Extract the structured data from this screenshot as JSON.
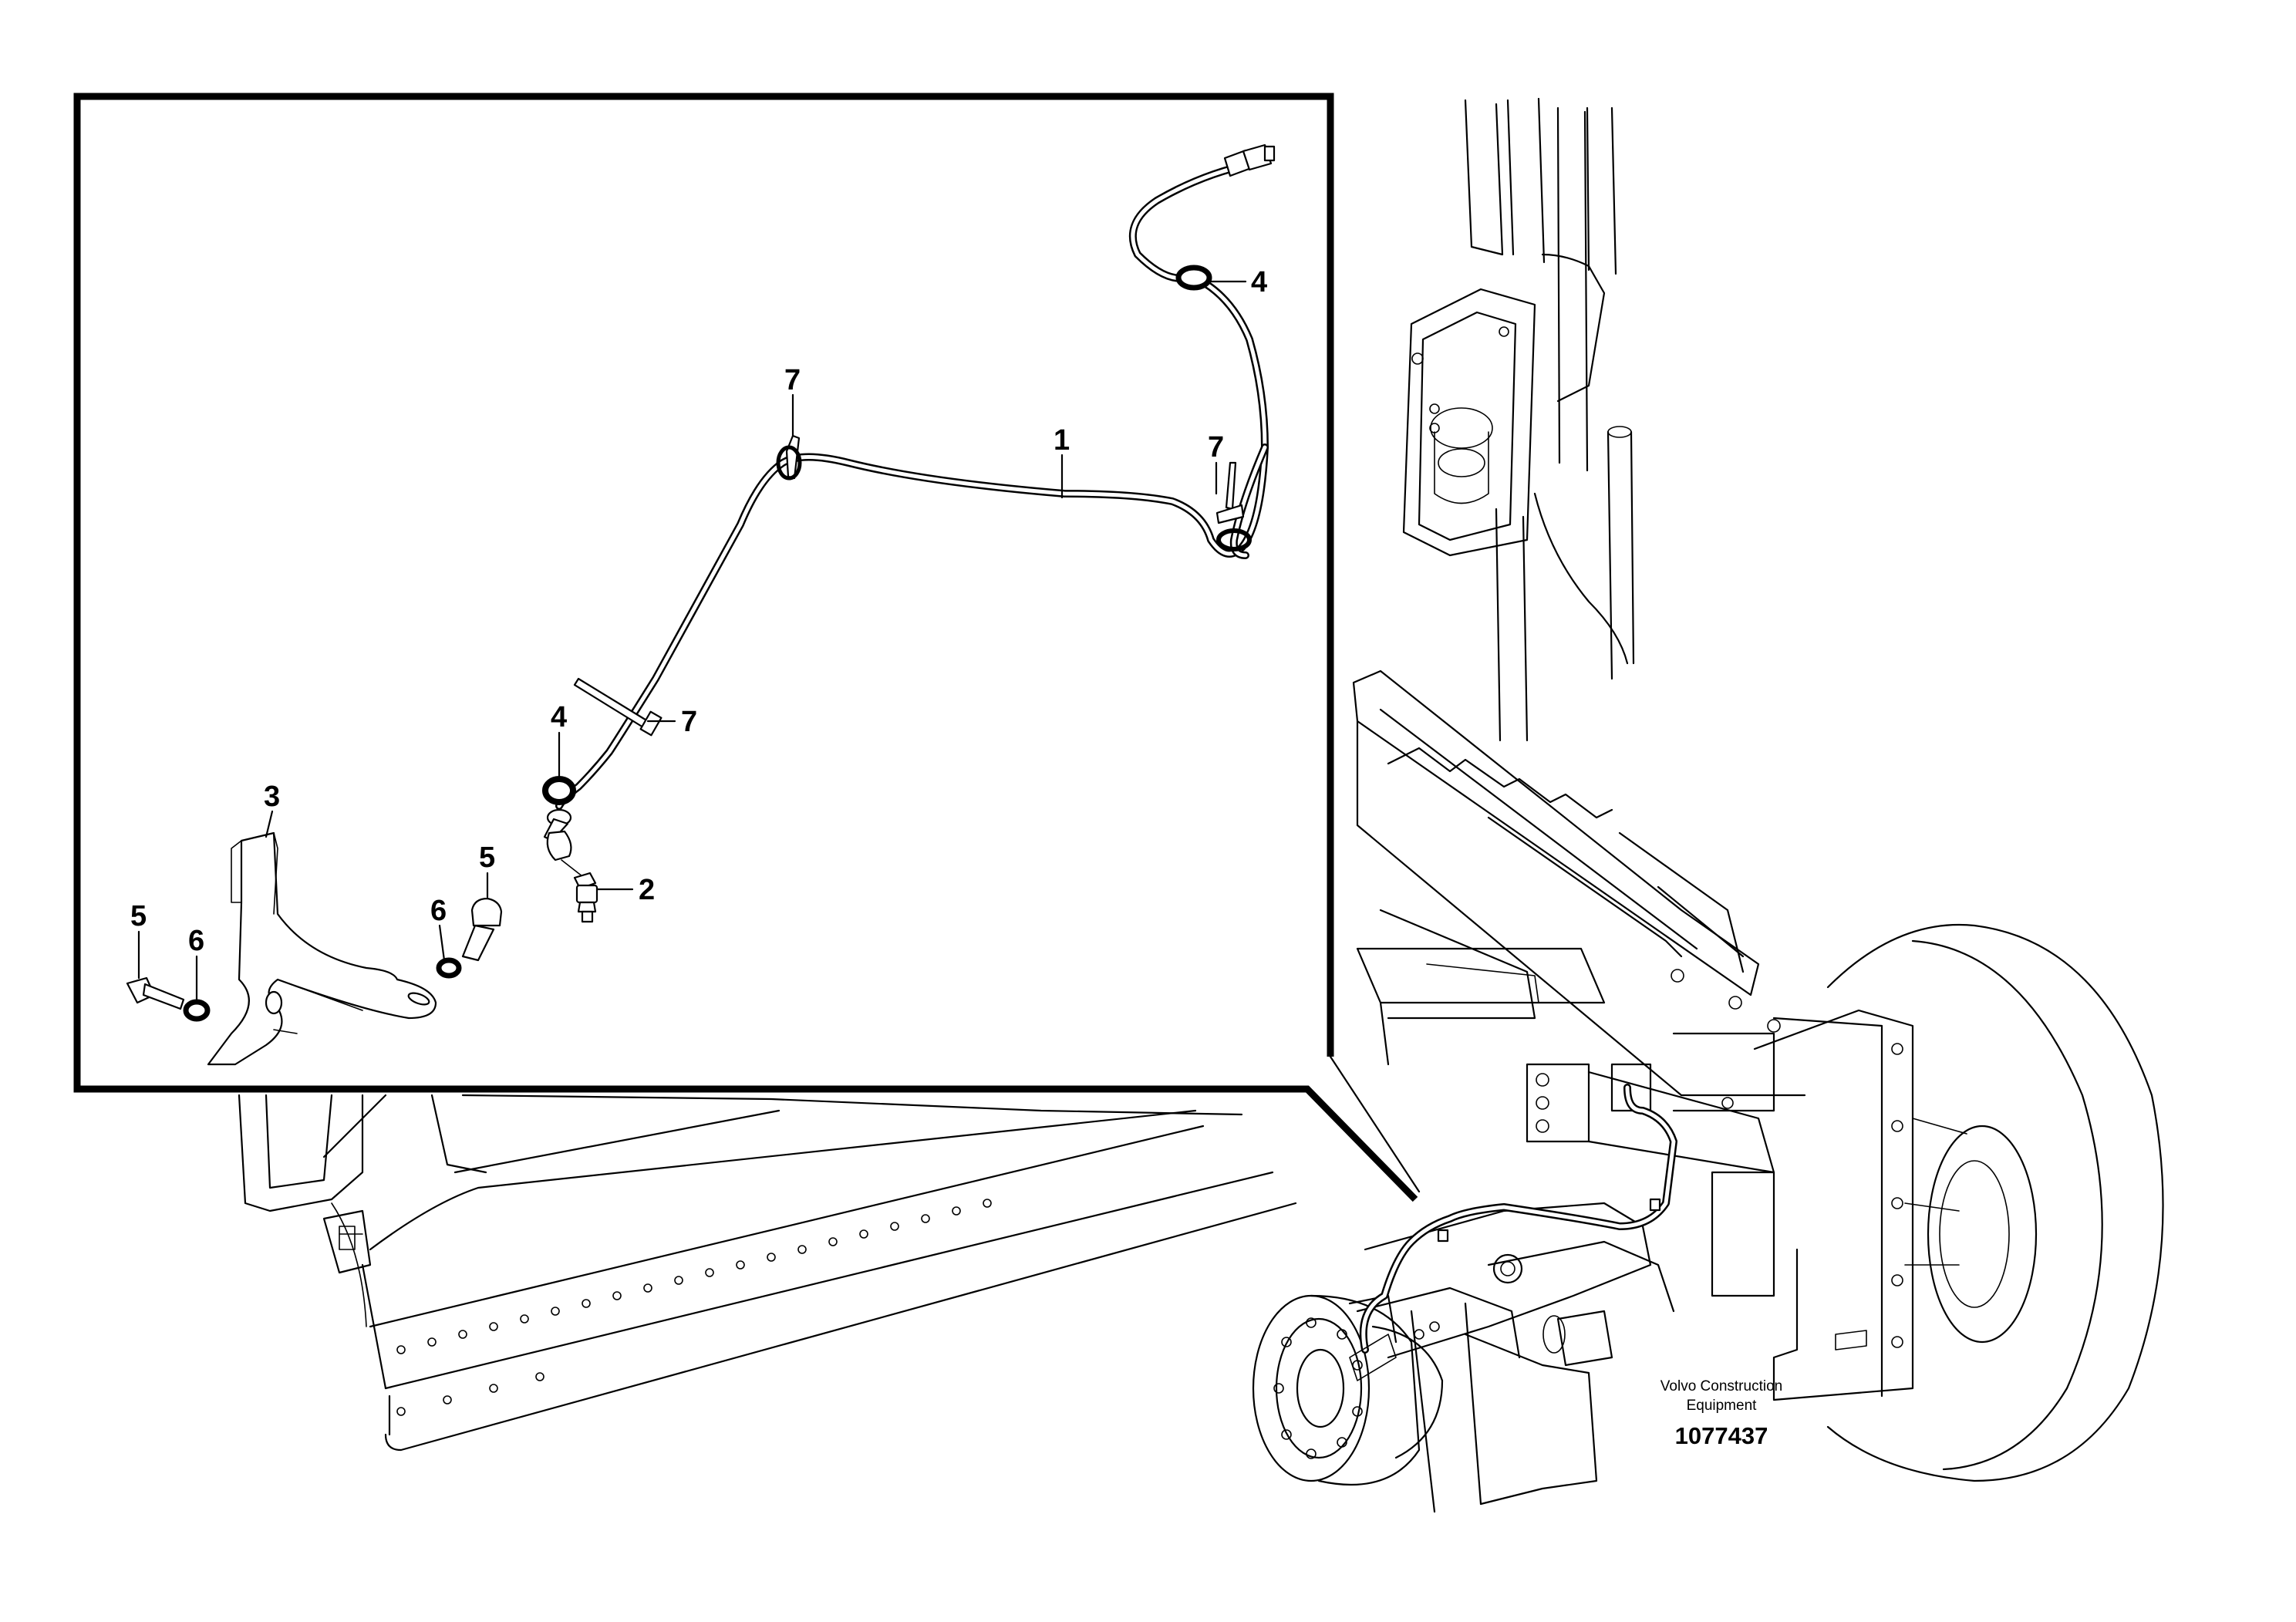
{
  "diagram": {
    "callouts": [
      {
        "id": "callout-4-top",
        "text": "4"
      },
      {
        "id": "callout-7-top",
        "text": "7"
      },
      {
        "id": "callout-1",
        "text": "1"
      },
      {
        "id": "callout-7-right",
        "text": "7"
      },
      {
        "id": "callout-7-mid",
        "text": "7"
      },
      {
        "id": "callout-4-mid",
        "text": "4"
      },
      {
        "id": "callout-3",
        "text": "3"
      },
      {
        "id": "callout-5-right",
        "text": "5"
      },
      {
        "id": "callout-5-left",
        "text": "5"
      },
      {
        "id": "callout-6-left",
        "text": "6"
      },
      {
        "id": "callout-6-right",
        "text": "6"
      },
      {
        "id": "callout-2",
        "text": "2"
      }
    ],
    "brand_line1": "Volvo Construction",
    "brand_line2": "Equipment",
    "figure_number": "1077437"
  }
}
